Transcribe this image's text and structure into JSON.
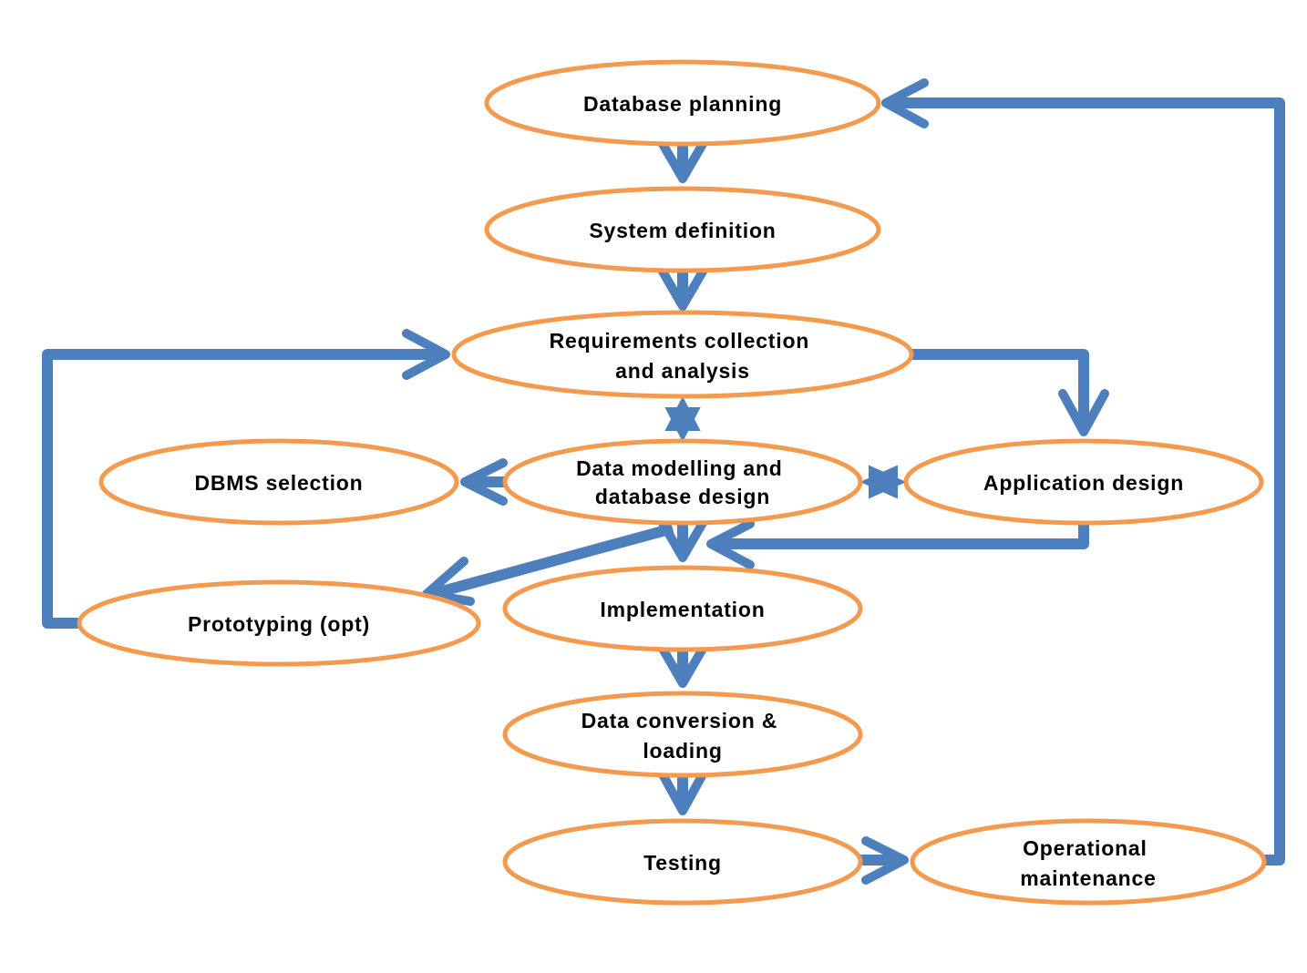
{
  "colors": {
    "arrow": "#4E7FBD",
    "node_border": "#F39A4F",
    "node_fill": "#FFFFFF",
    "text": "#000000"
  },
  "nodes": {
    "database_planning": {
      "lines": [
        "Database planning"
      ]
    },
    "system_definition": {
      "lines": [
        "System definition"
      ]
    },
    "requirements": {
      "lines": [
        "Requirements collection",
        "and analysis"
      ]
    },
    "dbms_selection": {
      "lines": [
        "DBMS selection"
      ]
    },
    "data_modelling": {
      "lines": [
        "Data modelling and",
        "database design"
      ]
    },
    "application_design": {
      "lines": [
        "Application design"
      ]
    },
    "prototyping": {
      "lines": [
        "Prototyping (opt)"
      ]
    },
    "implementation": {
      "lines": [
        "Implementation"
      ]
    },
    "data_conversion": {
      "lines": [
        "Data conversion &",
        "loading"
      ]
    },
    "testing": {
      "lines": [
        "Testing"
      ]
    },
    "operational_maintenance": {
      "lines": [
        "Operational",
        "maintenance"
      ]
    }
  }
}
